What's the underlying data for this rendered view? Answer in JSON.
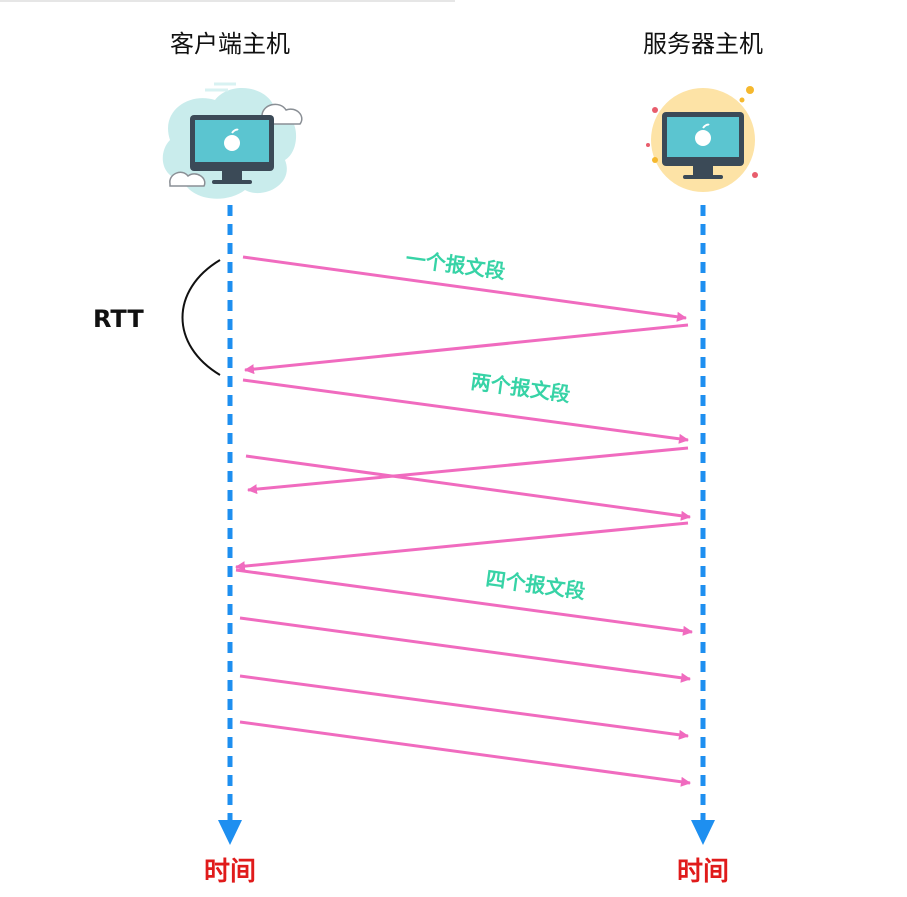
{
  "hosts": {
    "client": {
      "label": "客户端主机",
      "icon": "desktop-computer-with-clouds-icon"
    },
    "server": {
      "label": "服务器主机",
      "icon": "desktop-computer-with-sun-icon"
    }
  },
  "timeline": {
    "client_time": "时间",
    "server_time": "时间"
  },
  "rtt": {
    "label": "RTT"
  },
  "segment_labels": {
    "one": "一个报文段",
    "two": "两个报文段",
    "four": "四个报文段"
  },
  "colors": {
    "timeline": "#1e8ff0",
    "arrow": "#f06bbf",
    "segment_text": "#37d3a6",
    "time_text": "#e01b1b",
    "client_bubble": "#c9ecec",
    "server_bubble": "#fde3a6",
    "monitor_screen": "#5bc5d0",
    "monitor_frame": "#3b4a57"
  }
}
